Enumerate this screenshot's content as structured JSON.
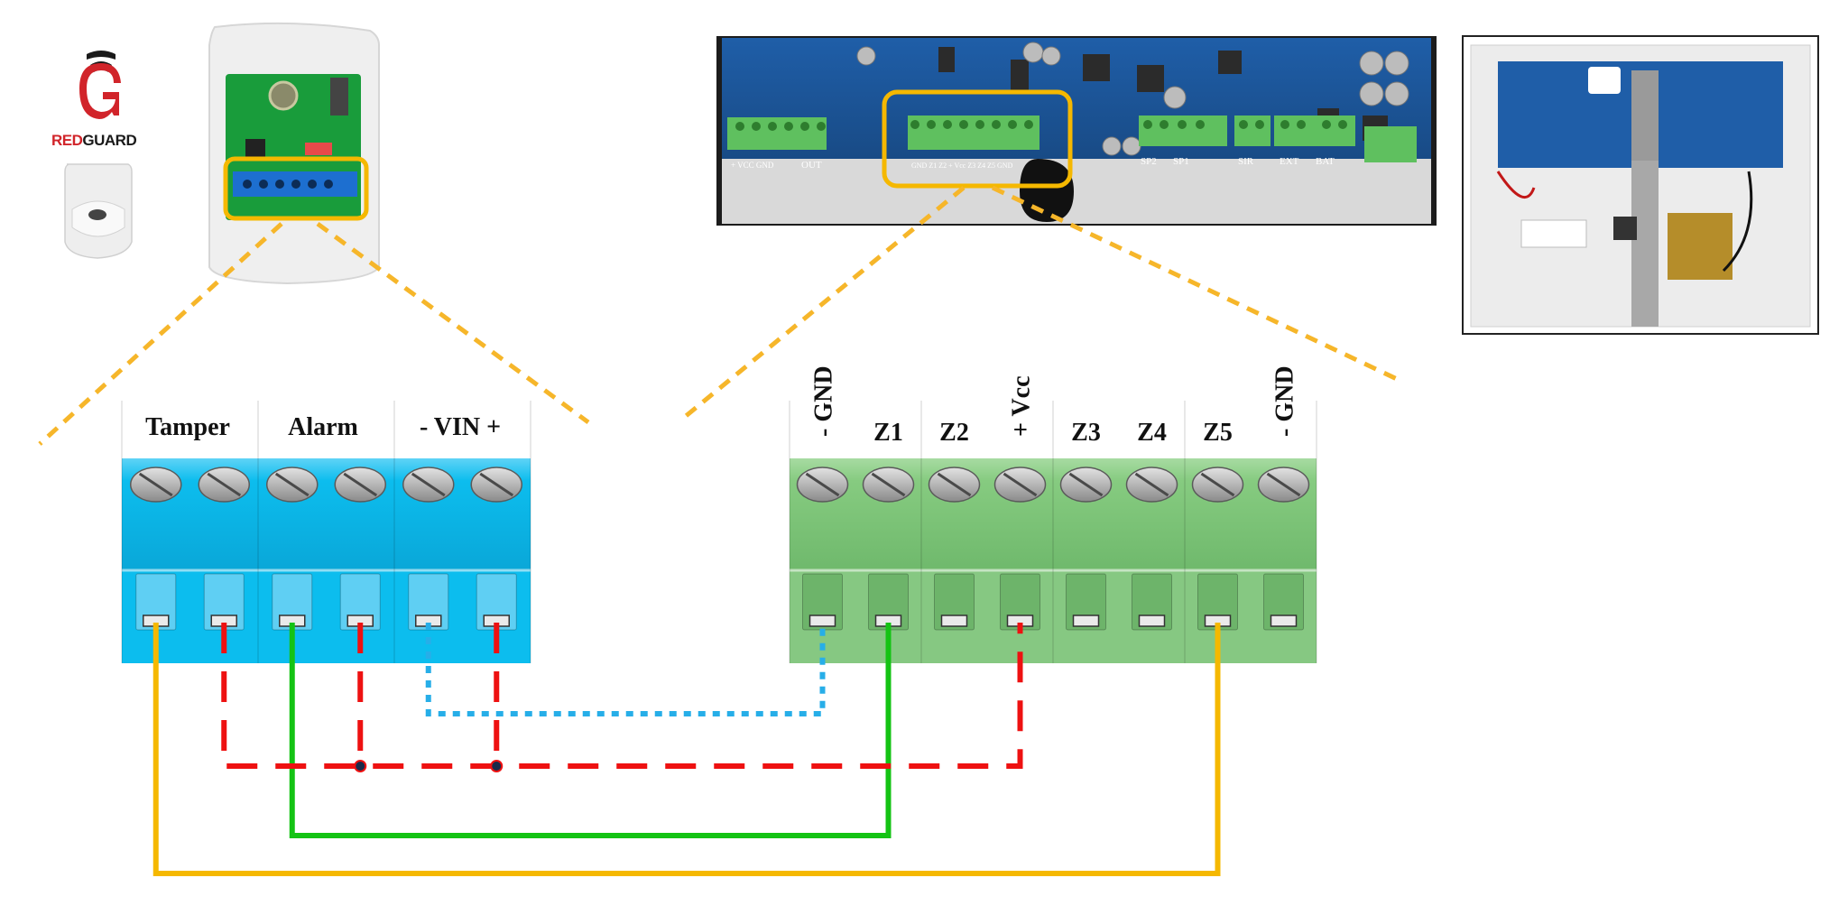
{
  "brand": {
    "logo_text_red": "RED",
    "logo_text_dark": "GUARD"
  },
  "colors": {
    "yellow_wire": "#f5b800",
    "green_wire": "#14c314",
    "red_wire": "#ee1111",
    "blue_wire": "#27aee8",
    "zoom_dash": "#f6b62a",
    "highlight_box": "#f5b800",
    "pir_block": "#0bbcec",
    "panel_block": "#7cc67a"
  },
  "pir_terminal": {
    "label_tamper": "Tamper",
    "label_alarm": "Alarm",
    "label_vin": "- VIN +"
  },
  "panel_terminal": {
    "labels": [
      "- GND",
      "Z1",
      "Z2",
      "+ Vcc",
      "Z3",
      "Z4",
      "Z5",
      "- GND"
    ]
  },
  "board_silkscreen": {
    "groups": [
      "OUT",
      "SP2",
      "SP1",
      "SIR",
      "EXT",
      "BAT"
    ],
    "zone_pins": "GND Z1 Z2 + Vcc Z3 Z4 Z5 GND",
    "power_pins": "+ VCC GND"
  },
  "icons": [
    "redguard-logo-icon",
    "pir-sensor-icon",
    "pcb-photo-icon",
    "enclosure-photo-icon",
    "screw-icon"
  ]
}
